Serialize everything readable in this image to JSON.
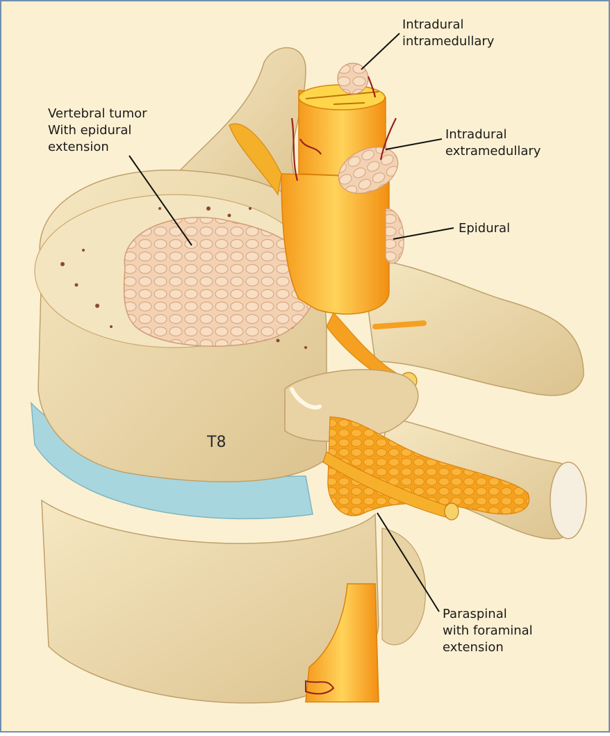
{
  "figure": {
    "vertebra_label": "T8",
    "labels": {
      "vertebral_tumor": [
        "Vertebral tumor",
        "With epidural",
        "extension"
      ],
      "intradural_intramedullary": [
        "Intradural",
        "intramedullary"
      ],
      "intradural_extramedullary": [
        "Intradural",
        "extramedullary"
      ],
      "epidural": [
        "Epidural"
      ],
      "paraspinal": [
        "Paraspinal",
        "with foraminal",
        "extension"
      ]
    }
  },
  "colors": {
    "background": "#fbf0d2",
    "frame": "#6f8fae",
    "bone": "#f0dfb4",
    "bone_shadow": "#d9c08c",
    "tumor": "#f4d3b6",
    "cord": "#f5a623",
    "dura": "#f7b431",
    "disc": "#a8d6de"
  }
}
